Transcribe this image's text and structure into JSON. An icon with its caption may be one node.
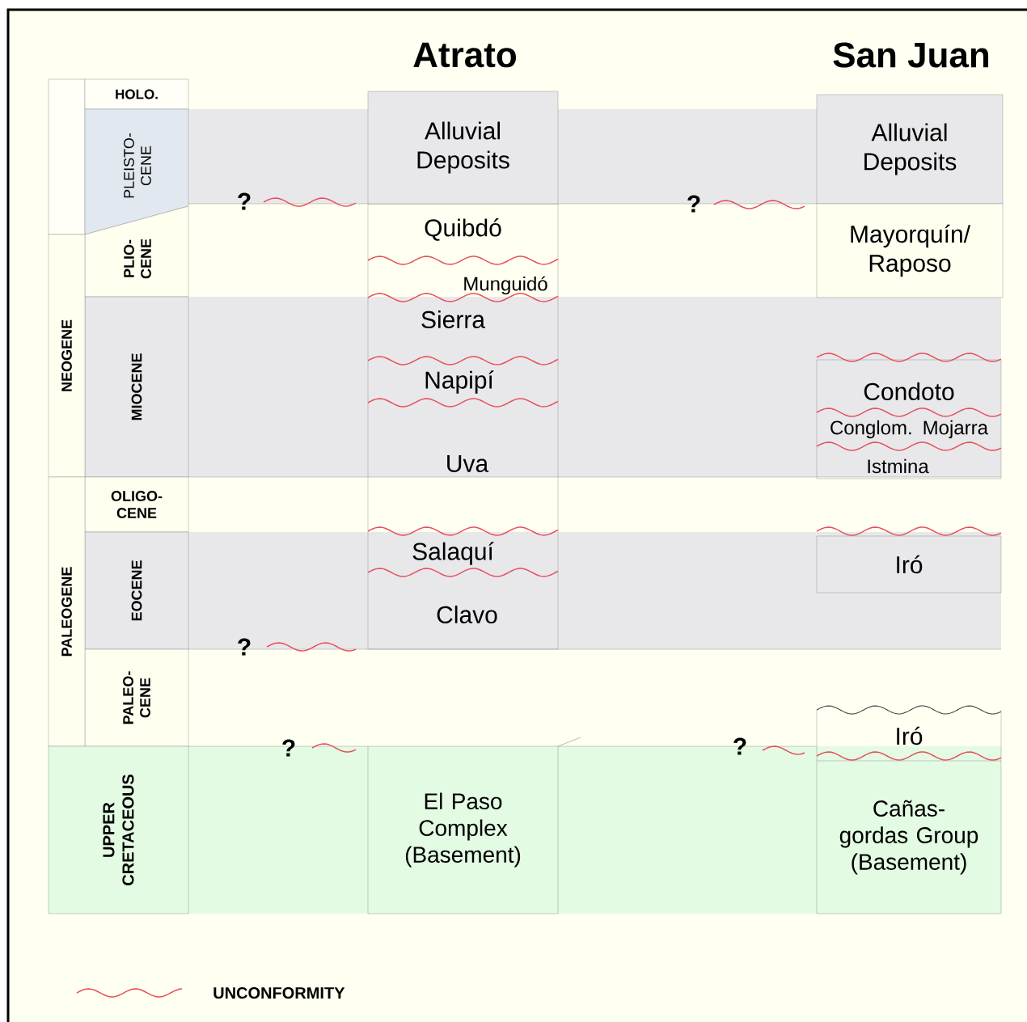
{
  "diagram": {
    "nodes": [
      {
        "text": [
          "HOLO."
        ]
      },
      {
        "text": [
          "PLEISTO- CENE"
        ]
      },
      {
        "text": [
          "PLIO- CENE"
        ]
      },
      {
        "text": [
          "MIOCENE"
        ]
      },
      {
        "text": [
          "OLIGO- CENE"
        ]
      },
      {
        "text": [
          "EOCENE"
        ]
      },
      {
        "text": [
          "PALEO- CENE"
        ]
      },
      {
        "text": [
          "NEOGENE"
        ]
      },
      {
        "text": [
          "PALEOGENE"
        ]
      },
      {
        "text": [
          "UPPER CRETACEOUS"
        ]
      },
      {
        "text": [
          "Alluvial Deposits"
        ]
      },
      {
        "text": [
          "Quibdó"
        ]
      },
      {
        "text": [
          "Munguidó"
        ]
      },
      {
        "text": [
          "Sierra"
        ]
      },
      {
        "text": [
          "Napipí"
        ]
      },
      {
        "text": [
          "Uva"
        ]
      },
      {
        "text": [
          "Salaquí"
        ]
      },
      {
        "text": [
          "Clavo"
        ]
      },
      {
        "text": [
          "El Paso Complex (Basement)"
        ]
      },
      {
        "text": [
          "Alluvial Deposits"
        ]
      },
      {
        "text": [
          "Mayorquín/ Raposo"
        ]
      },
      {
        "text": [
          "Condoto"
        ]
      },
      {
        "text": [
          "Conglom. Mojarra"
        ]
      },
      {
        "text": [
          "Istmina"
        ]
      },
      {
        "text": [
          "Iró"
        ]
      },
      {
        "text": [
          "Iró"
        ]
      },
      {
        "text": [
          "Cañas- gordas Group (Basement)"
        ]
      }
    ],
    "edges": [],
    "labels": [
      "Atrato",
      "San Juan",
      "?",
      "?",
      "?",
      "?",
      "?"
    ],
    "legend": [
      {
        "text": "UNCONFORMITY"
      }
    ]
  }
}
